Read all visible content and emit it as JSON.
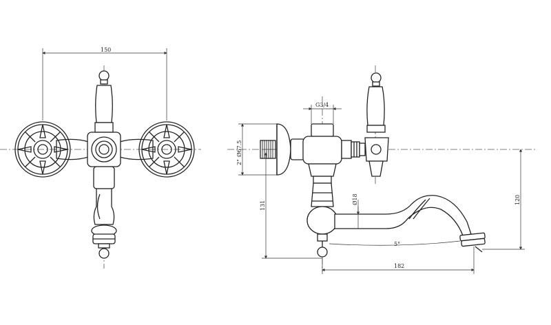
{
  "drawing": {
    "front_view": {
      "dim_width": "150"
    },
    "side_view": {
      "dim_thread": "G3/4",
      "dim_diameter": "Ø67.5",
      "dim_inlet": "2\"",
      "dim_height_left": "131",
      "dim_height_right": "120",
      "dim_spout_bore": "Ø18",
      "dim_angle": "5°",
      "dim_reach": "182"
    }
  }
}
